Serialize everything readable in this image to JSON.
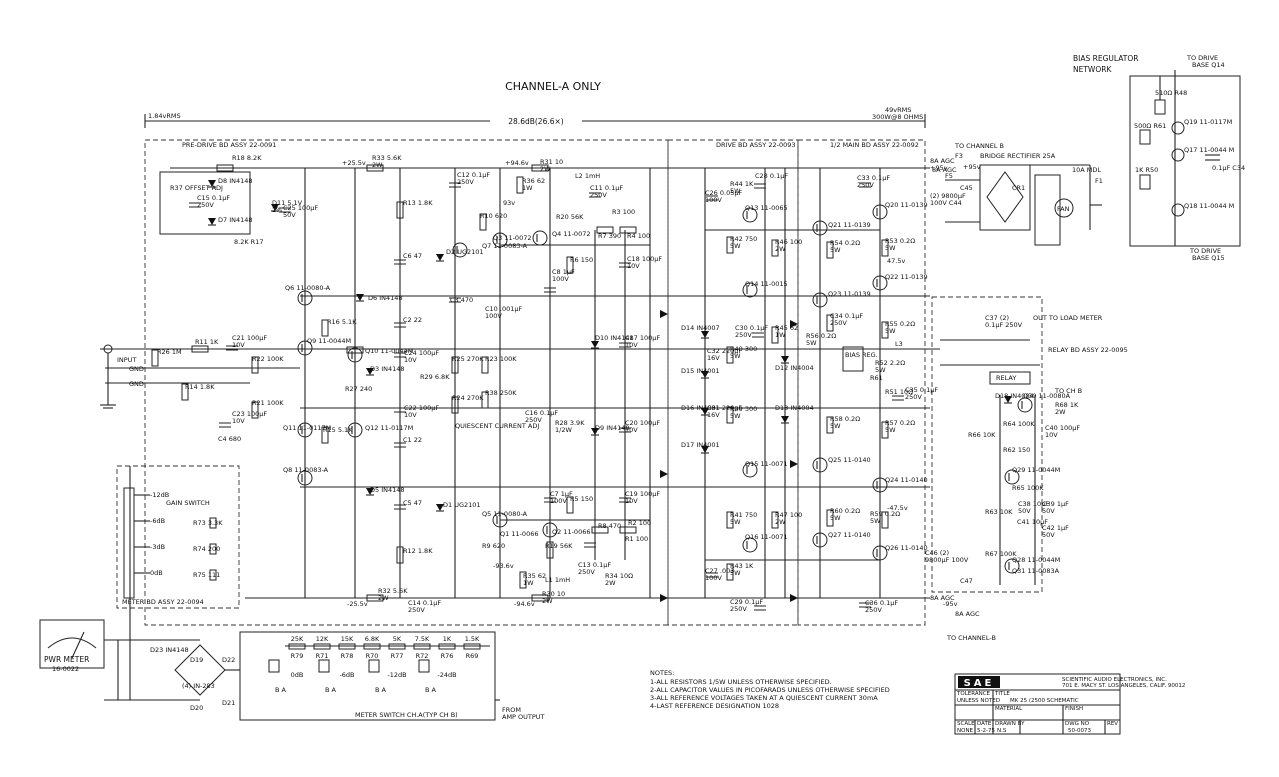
{
  "title": "CHANNEL-A ONLY",
  "gain": {
    "left": "1.84vRMS",
    "center": "28.6dB(26.6×)",
    "right_top": "49vRMS",
    "right_bot": "300W@8 OHMS"
  },
  "bias_network": {
    "title_line1": "BIAS REGULATOR",
    "title_line2": "NETWORK",
    "to_top_1": "TO DRIVE",
    "to_top_2": "BASE Q14",
    "to_bot_1": "TO DRIVE",
    "to_bot_2": "BASE Q15",
    "parts": [
      "510Ω R48",
      "500Ω R61",
      "Q19 11-0117M",
      "Q17 11-0044 M",
      "1K R50",
      "0.1μF C34",
      "Q18 11-0044 M"
    ]
  },
  "assemblies": {
    "pre_drive": "PRE-DRIVE BD ASSY 22-0091",
    "drive": "DRIVE BD ASSY 22-0093",
    "main": "1/2 MAIN BD ASSY 22-0092",
    "meter": "METER BD ASSY 22-0094",
    "relay": "RELAY BD ASSY 22-0095"
  },
  "labels": {
    "to_channel_b_top": "TO CHANNEL B",
    "to_channel_b_bot": "TO CHANNEL-B",
    "bridge": "BRIDGE RECTIFIER 25A",
    "input": "INPUT",
    "gnd1": "GND",
    "gnd2": "GND",
    "offset_adj": "R37 OFFSET ADJ",
    "quiescent": "QUIESCENT CURRENT ADJ",
    "gain_switch": "GAIN SWITCH",
    "pwr_meter_1": "PWR METER",
    "pwr_meter_2": "16-0022",
    "meter_switch": "METER SWITCH CH.A(TYP CH B)",
    "from_amp_1": "FROM",
    "from_amp_2": "AMP OUTPUT",
    "to_load": "OUT TO LOAD METER",
    "to_ch_b_relay": "TO CH B",
    "bias_reg": "BIAS REG.",
    "relay": "RELAY",
    "fan": "FAN",
    "mdl": "10A MDL",
    "cr1": "CR1"
  },
  "gain_rows": [
    {
      "db": "-12dB",
      "res": ""
    },
    {
      "db": "-6dB",
      "res": "R73 3.3K"
    },
    {
      "db": "-3dB",
      "res": "R74 200"
    },
    {
      "db": "0dB",
      "res": "R75 111"
    }
  ],
  "meter_res": [
    "25K",
    "12K",
    "15K",
    "6.8K",
    "5K",
    "7.5K",
    "1K",
    "1.5K"
  ],
  "meter_res_ref": [
    "R79",
    "R71",
    "R78",
    "R70",
    "R77",
    "R72",
    "R76",
    "R69"
  ],
  "meter_pos": [
    "0dB",
    "-6dB",
    "-12dB",
    "-24dB"
  ],
  "rails": {
    "pos_255": "+25.5v",
    "pos_946": "+94.6v",
    "pos_95": "+95v",
    "neg_255": "-25.5v",
    "neg_946": "-94.6v",
    "neg_936": "-93.6v",
    "neg_95": "-95v"
  },
  "components": [
    {
      "t": "R18 8.2K"
    },
    {
      "t": "D8 IN4148"
    },
    {
      "t": "C15 0.1μF 250V"
    },
    {
      "t": "D7 IN4148"
    },
    {
      "t": "D11 5.1V 2%"
    },
    {
      "t": "C25 100μF 50V"
    },
    {
      "t": "8.2K R17"
    },
    {
      "t": "R33 5.6K 2W"
    },
    {
      "t": "C12 0.1μF 250V"
    },
    {
      "t": "R31 10 2W"
    },
    {
      "t": "L2 1mH"
    },
    {
      "t": "C11 0.1μF 250V"
    },
    {
      "t": "R13 1.8K"
    },
    {
      "t": "R36 62 1W"
    },
    {
      "t": "R10 620"
    },
    {
      "t": "Q7 11-0083-A"
    },
    {
      "t": "Q4 11-0072"
    },
    {
      "t": "Q3 11-0072"
    },
    {
      "t": "R20 56K"
    },
    {
      "t": "R3 100"
    },
    {
      "t": "R7 390"
    },
    {
      "t": "R4 100"
    },
    {
      "t": "C6 47"
    },
    {
      "t": "D2 UG2101"
    },
    {
      "t": "R6 150"
    },
    {
      "t": "C8 1μF 100V"
    },
    {
      "t": "C18 100μF 10V"
    },
    {
      "t": "Q6 11-0080-A"
    },
    {
      "t": "D6 IN4148"
    },
    {
      "t": "C3 470"
    },
    {
      "t": "C10 .001μF 100V"
    },
    {
      "t": "R16 5.1K"
    },
    {
      "t": "C2 22"
    },
    {
      "t": "Q9 11-0044M"
    },
    {
      "t": "Q10 11-0044M"
    },
    {
      "t": "C24 100μF 10V"
    },
    {
      "t": "R25 270K"
    },
    {
      "t": "R23 100K"
    },
    {
      "t": "D10 IN4148"
    },
    {
      "t": "C17 100μF 10V"
    },
    {
      "t": "R26 1M"
    },
    {
      "t": "R11 1K"
    },
    {
      "t": "C21 100μF 10V"
    },
    {
      "t": "R22 100K"
    },
    {
      "t": "R14 1.8K"
    },
    {
      "t": "D3 IN4148"
    },
    {
      "t": "R29 6.8K"
    },
    {
      "t": "R27 240"
    },
    {
      "t": "C22 100μF 10V"
    },
    {
      "t": "R24 270K"
    },
    {
      "t": "R38 250K"
    },
    {
      "t": "C16 0.1μF 250V"
    },
    {
      "t": "R21 100K"
    },
    {
      "t": "C23 100μF 10V"
    },
    {
      "t": "Q11 11-0117M"
    },
    {
      "t": "R15 5.1K"
    },
    {
      "t": "Q12 11-0117M"
    },
    {
      "t": "C1 22"
    },
    {
      "t": "R28 3.9K 1/2W"
    },
    {
      "t": "D9 IN4148"
    },
    {
      "t": "C20 100μF 10V"
    },
    {
      "t": "C4 680"
    },
    {
      "t": "Q8 11-0083-A"
    },
    {
      "t": "D5 IN4148"
    },
    {
      "t": "C5 47"
    },
    {
      "t": "D1 UG2101"
    },
    {
      "t": "Q5 11-0080-A"
    },
    {
      "t": "C7 1μF 100V"
    },
    {
      "t": "R5 150"
    },
    {
      "t": "C19 100μF 10V"
    },
    {
      "t": "Q1 11-0066"
    },
    {
      "t": "R8 470"
    },
    {
      "t": "R2 100"
    },
    {
      "t": "Q2 11-0066"
    },
    {
      "t": "R1 100"
    },
    {
      "t": "R9 620"
    },
    {
      "t": "R12 1.8K"
    },
    {
      "t": "R19 56K"
    },
    {
      "t": "C13 0.1μF 250V"
    },
    {
      "t": "R35 62 1W"
    },
    {
      "t": "L1 1mH"
    },
    {
      "t": "R34 10Ω 2W"
    },
    {
      "t": "R32 5.6K 2W"
    },
    {
      "t": "C14 0.1μF 250V"
    },
    {
      "t": "R30 10 2W"
    },
    {
      "t": "C26 0.05μF 100V"
    },
    {
      "t": "R44 1K 5W"
    },
    {
      "t": "C28 0.1μF"
    },
    {
      "t": "Q13 11-0065"
    },
    {
      "t": "R42 750 5W"
    },
    {
      "t": "R46 100 2W"
    },
    {
      "t": "Q14 11-0015"
    },
    {
      "t": "D14 IN4007"
    },
    {
      "t": "D15 IN4001"
    },
    {
      "t": "C32 220μF 16V"
    },
    {
      "t": "R40 300 5W"
    },
    {
      "t": "C30 0.1μF 250V"
    },
    {
      "t": "R45 62 1W"
    },
    {
      "t": "D12 IN4004"
    },
    {
      "t": "D16 IN4001"
    },
    {
      "t": "D17 IN4001"
    },
    {
      "t": "C31 220μF 16V"
    },
    {
      "t": "R39 300 5W"
    },
    {
      "t": "D13 IN4004"
    },
    {
      "t": "Q15 11-0071"
    },
    {
      "t": "R41 750 5W"
    },
    {
      "t": "R47 100 2W"
    },
    {
      "t": "Q16 11-0071"
    },
    {
      "t": "C27 .003 100V"
    },
    {
      "t": "R43 1K 5W"
    },
    {
      "t": "C29 0.1μF 250V"
    },
    {
      "t": "C33 0.1μF 250V"
    },
    {
      "t": "Q20 11-0139"
    },
    {
      "t": "Q21 11-0139"
    },
    {
      "t": "R54 0.2Ω 5W"
    },
    {
      "t": "R53 0.2Ω 5W"
    },
    {
      "t": "Q22 11-0139"
    },
    {
      "t": "Q23 11-0139"
    },
    {
      "t": "C34 0.1μF 250V"
    },
    {
      "t": "R56 0.2Ω 5W"
    },
    {
      "t": "R55 0.2Ω 5W"
    },
    {
      "t": "L3"
    },
    {
      "t": "R52 2.2Ω 5W"
    },
    {
      "t": "R51 10Ω"
    },
    {
      "t": "C35 0.1μF 250V"
    },
    {
      "t": "R61"
    },
    {
      "t": "R58 0.2Ω 5W"
    },
    {
      "t": "R57 0.2Ω 5W"
    },
    {
      "t": "Q25 11-0140"
    },
    {
      "t": "Q24 11-0140"
    },
    {
      "t": "R60 0.2Ω 5W"
    },
    {
      "t": "R59 0.2Ω 5W"
    },
    {
      "t": "Q27 11-0140"
    },
    {
      "t": "Q26 11-0140"
    },
    {
      "t": "C36 0.1μF 250V"
    },
    {
      "t": "F3"
    },
    {
      "t": "C45"
    },
    {
      "t": "(2) 9800μF 100V C44"
    },
    {
      "t": "F5"
    },
    {
      "t": "F1"
    },
    {
      "t": "C46 (2) 9800μF 100V"
    },
    {
      "t": "C47"
    },
    {
      "t": "C37 (2) 0.1μF 250V"
    },
    {
      "t": "D18 IN4004"
    },
    {
      "t": "Q30 11-0080A"
    },
    {
      "t": "R68 1K 2W"
    },
    {
      "t": "R64 100K"
    },
    {
      "t": "C40 100μF 10V"
    },
    {
      "t": "R66 10K"
    },
    {
      "t": "R62 150"
    },
    {
      "t": "Q29 11-0044M"
    },
    {
      "t": "R65 100K"
    },
    {
      "t": "R63 10K"
    },
    {
      "t": "C38 10μF 50V"
    },
    {
      "t": "C39 1μF 50V"
    },
    {
      "t": "C41 10μF"
    },
    {
      "t": "C42 1μF 50V"
    },
    {
      "t": "R67 100K"
    },
    {
      "t": "Q28 11-0044M"
    },
    {
      "t": "Q31 11-0083A"
    },
    {
      "t": "D23 IN4148"
    },
    {
      "t": "D19"
    },
    {
      "t": "D22"
    },
    {
      "t": "(4) IN-283"
    },
    {
      "t": "D20"
    },
    {
      "t": "D21"
    },
    {
      "t": "8A AGC"
    },
    {
      "t": "8A AGC"
    },
    {
      "t": "8A AGC"
    },
    {
      "t": "8A AGC"
    },
    {
      "t": "+95v"
    },
    {
      "t": "47.5v"
    },
    {
      "t": "-47.5v"
    },
    {
      "t": "93v"
    }
  ],
  "notes": [
    "NOTES:",
    "1-ALL RESISTORS 1/5W UNLESS OTHERWISE SPECIFIED.",
    "2-ALL CAPACITOR VALUES IN PICOFARADS UNLESS OTHERWISE SPECIFIED",
    "3-ALL REFERENCE VOLTAGES TAKEN AT A QUIESCENT CURRENT 30mA",
    "4-LAST REFERENCE DESIGNATION 1028"
  ],
  "title_block": {
    "logo": "SAE",
    "company": "SCIENTIFIC AUDIO ELECTRONICS, INC.",
    "address": "701 E. MACY ST. LOS ANGELES, CALIF. 90012",
    "tolerance": "TOLERANCE",
    "unless": "UNLESS NOTED",
    "title_key": "TITLE",
    "title_val": "MK 25 (2500 SCHEMATIC",
    "material": "MATERIAL",
    "finish": "FINISH",
    "scale_key": "SCALE",
    "scale_val": "NONE",
    "date_key": "DATE",
    "date_val": "5-2-75",
    "drawn_key": "DRAWN BY",
    "drawn_val": "N.S",
    "dwg_key": "DWG NO",
    "dwg_val": "50-0073",
    "rev": "REV"
  }
}
